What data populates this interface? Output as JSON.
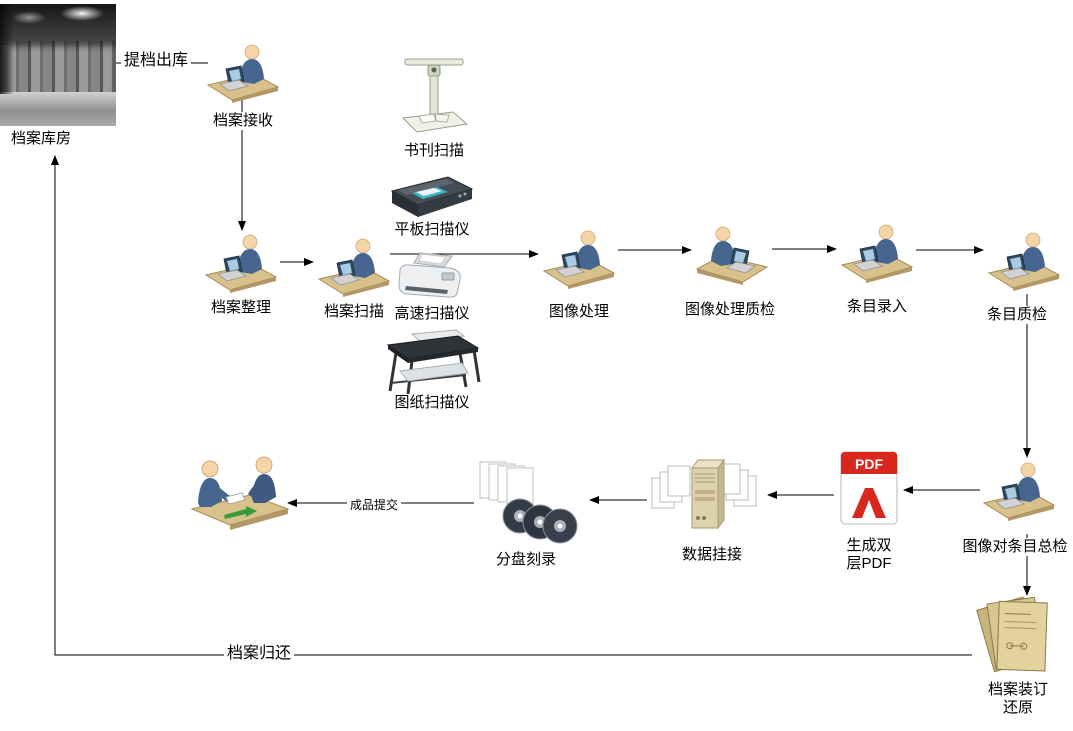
{
  "diagram": {
    "nodes": {
      "warehouse": {
        "label": "档案库房"
      },
      "receive": {
        "label": "档案接收"
      },
      "sort": {
        "label": "档案整理"
      },
      "scan": {
        "label": "档案扫描"
      },
      "book_scanner": {
        "label": "书刊扫描"
      },
      "flatbed_scanner": {
        "label": "平板扫描仪"
      },
      "highspeed_scanner": {
        "label": "高速扫描仪"
      },
      "drawing_scanner": {
        "label": "图纸扫描仪"
      },
      "image_processing": {
        "label": "图像处理"
      },
      "image_qc": {
        "label": "图像处理质检"
      },
      "entry_input": {
        "label": "条目录入"
      },
      "entry_qc": {
        "label": "条目质检"
      },
      "overall_check": {
        "label": "图像对条目总检"
      },
      "pdf_generate": {
        "label": "生成双\n层PDF",
        "icon_text": "PDF"
      },
      "data_link": {
        "label": "数据挂接"
      },
      "disc_burn": {
        "label": "分盘刻录"
      },
      "binding_restore": {
        "label": "档案装订\n还原"
      }
    },
    "edge_labels": {
      "retrieve": "提档出库",
      "submit": "成品提交",
      "return": "档案归还"
    }
  }
}
